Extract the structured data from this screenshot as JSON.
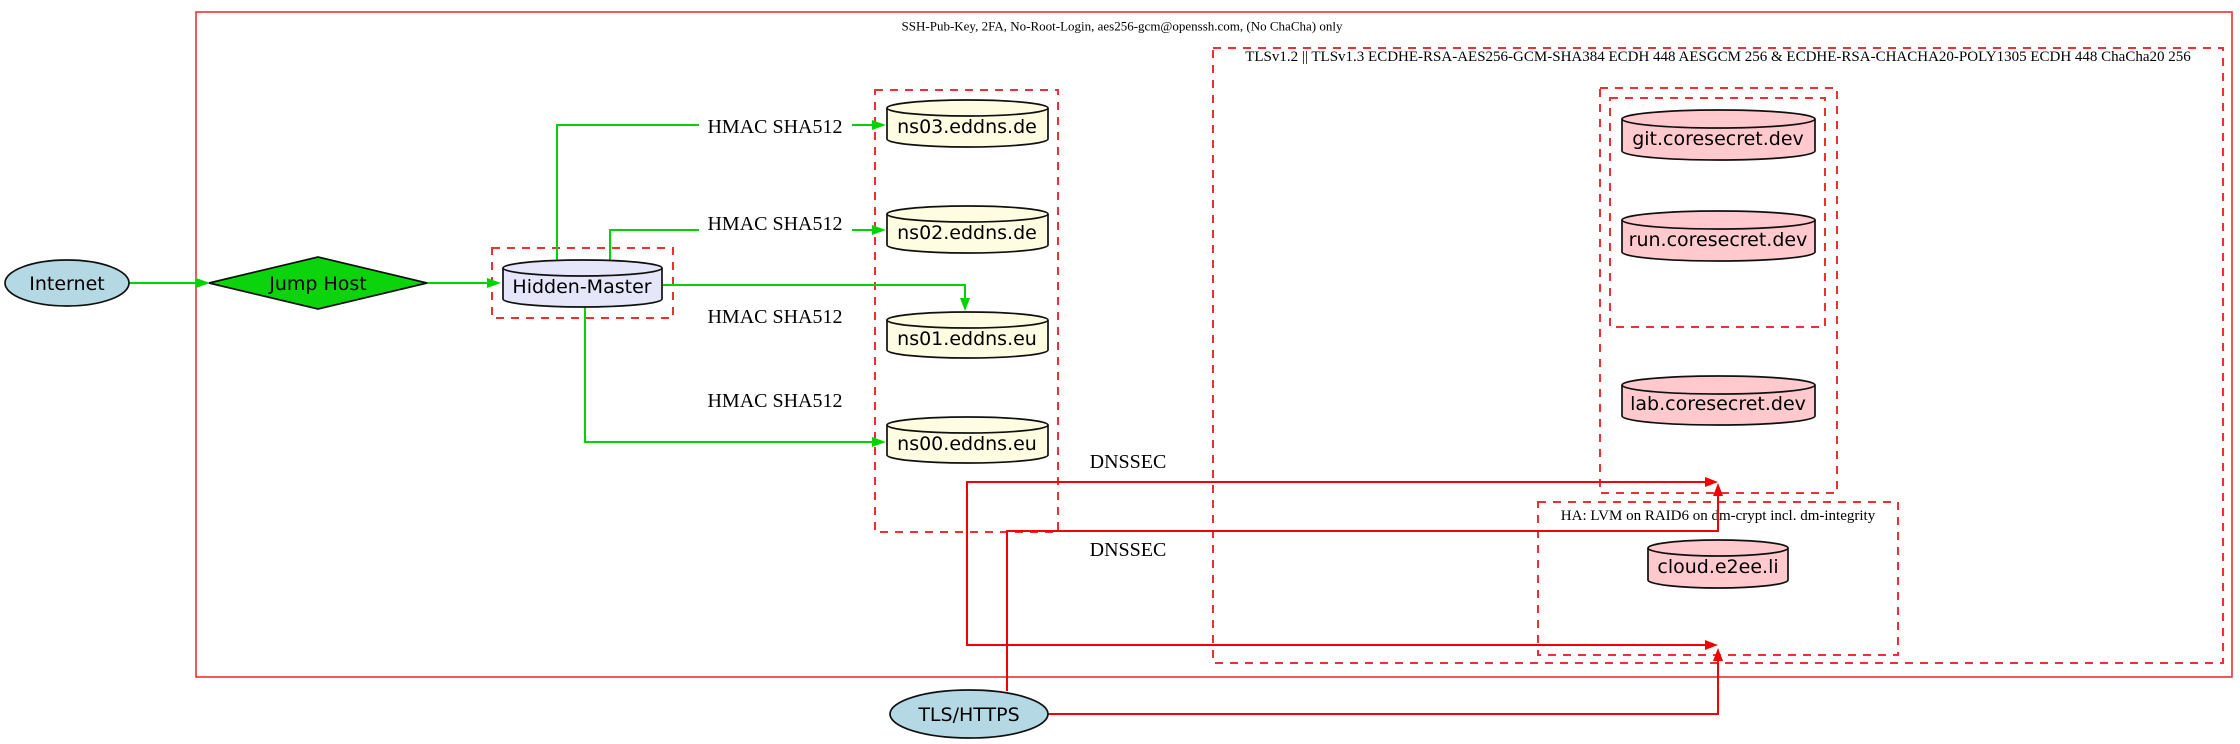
{
  "clusters": {
    "ssh": {
      "label": "SSH-Pub-Key, 2FA, No-Root-Login, aes256-gcm@openssh.com, (No ChaCha) only",
      "border_color": "#f03030",
      "border_style": "solid"
    },
    "tls": {
      "label": "TLSv1.2 || TLSv1.3 ECDHE-RSA-AES256-GCM-SHA384 ECDH 448 AESGCM 256 & ECDHE-RSA-CHACHA20-POLY1305 ECDH 448 ChaCha20 256",
      "border_color": "#f03030",
      "border_style": "dashed"
    },
    "ha": {
      "label": "HA: LVM on RAID6 on dm-crypt incl. dm-integrity",
      "border_color": "#f03030",
      "border_style": "dashed"
    },
    "hidden_master_box": {
      "label": "",
      "border_style": "dashed"
    },
    "eddns_box": {
      "label": "",
      "border_style": "dashed"
    },
    "coresecret_box": {
      "label": "",
      "border_style": "dashed"
    },
    "gitrun_box": {
      "label": "",
      "border_style": "dashed"
    }
  },
  "nodes": {
    "internet": {
      "label": "Internet",
      "shape": "ellipse",
      "fill": "#b4d9e4"
    },
    "jump_host": {
      "label": "Jump Host",
      "shape": "diamond",
      "fill": "#0cd40c"
    },
    "hidden_master": {
      "label": "Hidden-Master",
      "shape": "cylinder",
      "fill": "#e6e6fa"
    },
    "ns03": {
      "label": "ns03.eddns.de",
      "shape": "cylinder",
      "fill": "#fffde1"
    },
    "ns02": {
      "label": "ns02.eddns.de",
      "shape": "cylinder",
      "fill": "#fffde1"
    },
    "ns01": {
      "label": "ns01.eddns.eu",
      "shape": "cylinder",
      "fill": "#fffde1"
    },
    "ns00": {
      "label": "ns00.eddns.eu",
      "shape": "cylinder",
      "fill": "#fffde1"
    },
    "git": {
      "label": "git.coresecret.dev",
      "shape": "cylinder",
      "fill": "#ffc9ce"
    },
    "run": {
      "label": "run.coresecret.dev",
      "shape": "cylinder",
      "fill": "#ffc9ce"
    },
    "lab": {
      "label": "lab.coresecret.dev",
      "shape": "cylinder",
      "fill": "#ffc9ce"
    },
    "cloud": {
      "label": "cloud.e2ee.li",
      "shape": "cylinder",
      "fill": "#ffc9ce"
    },
    "tls_https": {
      "label": "TLS/HTTPS",
      "shape": "ellipse",
      "fill": "#b4d9e4"
    }
  },
  "edge_labels": {
    "hmac1": "HMAC SHA512",
    "hmac2": "HMAC SHA512",
    "hmac3": "HMAC SHA512",
    "hmac4": "HMAC SHA512",
    "dnssec1": "DNSSEC",
    "dnssec2": "DNSSEC"
  },
  "colors": {
    "edge_secure_green": "#00d400",
    "edge_red": "#f50000",
    "cluster_red": "#f03030",
    "node_stroke": "#101010"
  }
}
